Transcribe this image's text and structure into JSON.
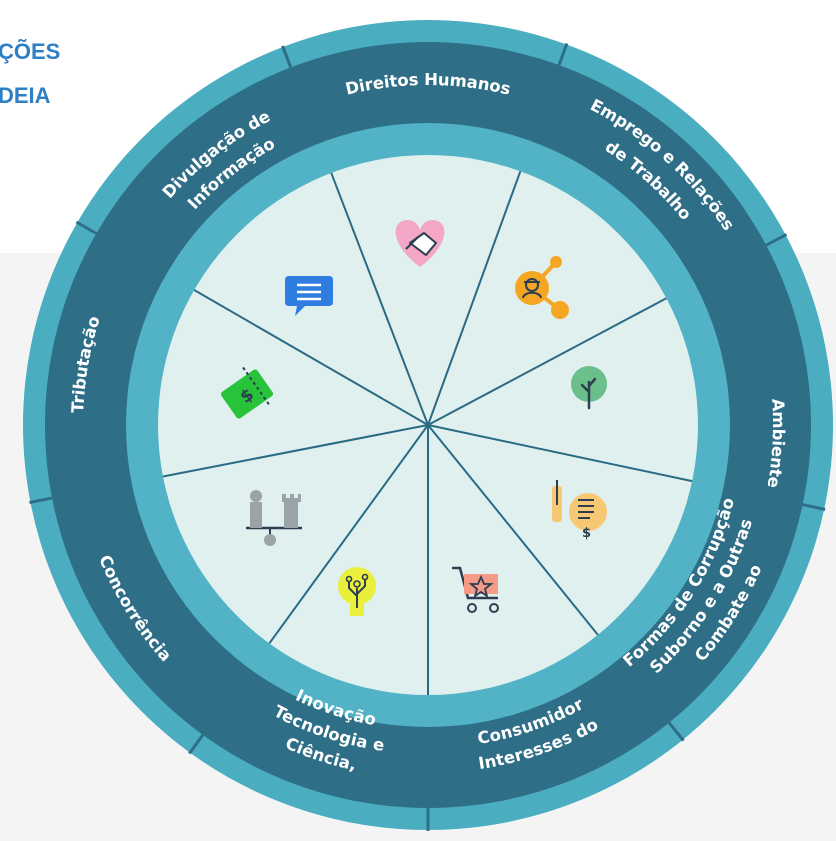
{
  "heading": {
    "line1": "ÇÕES",
    "line2": "DEIA"
  },
  "colors": {
    "outer_ring": "#4aaec0",
    "band": "#2f6e87",
    "inner_ring": "#52b3c6",
    "inner_fill": "#dff0ef",
    "spoke": "#2b6a84",
    "heading": "#2e7fc4"
  },
  "segments": [
    {
      "id": "direitos-humanos",
      "lines": [
        "Direitos Humanos"
      ],
      "icon": "handshake-heart-icon"
    },
    {
      "id": "emprego",
      "lines": [
        "Emprego e Relações",
        "de Trabalho"
      ],
      "icon": "worker-network-icon"
    },
    {
      "id": "ambiente",
      "lines": [
        "Ambiente"
      ],
      "icon": "tree-icon"
    },
    {
      "id": "combate",
      "lines": [
        "Combate ao",
        "Suborno e a Outras",
        "Formas de Corrupção"
      ],
      "icon": "bribe-hands-icon"
    },
    {
      "id": "consumidor",
      "lines": [
        "Interesses do",
        "Consumidor"
      ],
      "icon": "shopping-cart-star-icon"
    },
    {
      "id": "ciencia",
      "lines": [
        "Ciência,",
        "Tecnologia e",
        "Inovação"
      ],
      "icon": "lightbulb-circuit-icon"
    },
    {
      "id": "concorrencia",
      "lines": [
        "Concorrência"
      ],
      "icon": "chess-pieces-icon"
    },
    {
      "id": "tributacao",
      "lines": [
        "Tributação"
      ],
      "icon": "money-ticket-icon"
    },
    {
      "id": "divulgacao",
      "lines": [
        "Divulgação de",
        "Informação"
      ],
      "icon": "chat-bubble-icon"
    }
  ]
}
